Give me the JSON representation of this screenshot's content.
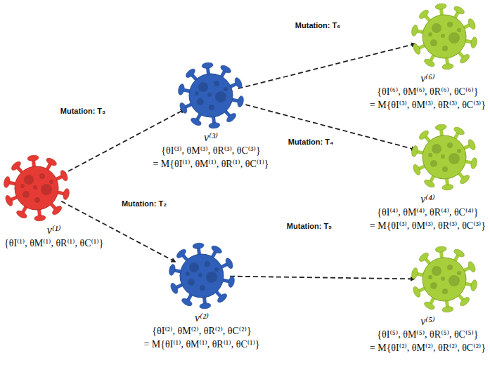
{
  "diagram": {
    "nodes": [
      {
        "text": [
          "v⁽¹⁾",
          "{θI⁽¹⁾, θM⁽¹⁾, θR⁽¹⁾, θC⁽¹⁾}"
        ]
      },
      {
        "text": [
          "v⁽³⁾",
          "{θI⁽³⁾, θM⁽³⁾, θR⁽³⁾, θC⁽³⁾}",
          "= M{θI⁽¹⁾, θM⁽¹⁾, θR⁽¹⁾, θC⁽¹⁾}"
        ]
      },
      {
        "text": [
          "v⁽²⁾",
          "{θI⁽²⁾, θM⁽²⁾, θR⁽²⁾, θC⁽²⁾}",
          "= M{θI⁽¹⁾, θM⁽¹⁾, θR⁽¹⁾, θC⁽¹⁾}"
        ]
      },
      {
        "text": [
          "v⁽⁶⁾",
          "{θI⁽⁶⁾, θM⁽⁶⁾, θR⁽⁶⁾, θC⁽⁶⁾}",
          "= M{θI⁽³⁾, θM⁽³⁾, θR⁽³⁾, θC⁽³⁾}"
        ]
      },
      {
        "text": [
          "v⁽⁴⁾",
          "{θI⁽⁴⁾, θM⁽⁴⁾, θR⁽⁴⁾, θC⁽⁴⁾}",
          "= M{θI⁽³⁾, θM⁽³⁾, θR⁽³⁾, θC⁽³⁾}"
        ]
      },
      {
        "text": [
          "v⁽⁵⁾",
          "{θI⁽⁵⁾, θM⁽⁵⁾, θR⁽⁵⁾, θC⁽⁵⁾}",
          "= M{θI⁽²⁾, θM⁽²⁾, θR⁽²⁾, θC⁽²⁾}"
        ]
      }
    ],
    "edges": [
      {
        "from": 0,
        "to": 1,
        "arrow": "to",
        "label": "Mutation: T₃"
      },
      {
        "from": 0,
        "to": 2,
        "arrow": "to",
        "label": "Mutation: T₂"
      },
      {
        "from": 1,
        "to": 3,
        "arrow": "to",
        "label": "Mutation: T₆"
      },
      {
        "from": 1,
        "to": 4,
        "arrow": "to",
        "label": "Mutation: T₄"
      },
      {
        "from": 2,
        "to": 5,
        "arrow": "to",
        "label": "Mutation: T₅"
      }
    ]
  }
}
